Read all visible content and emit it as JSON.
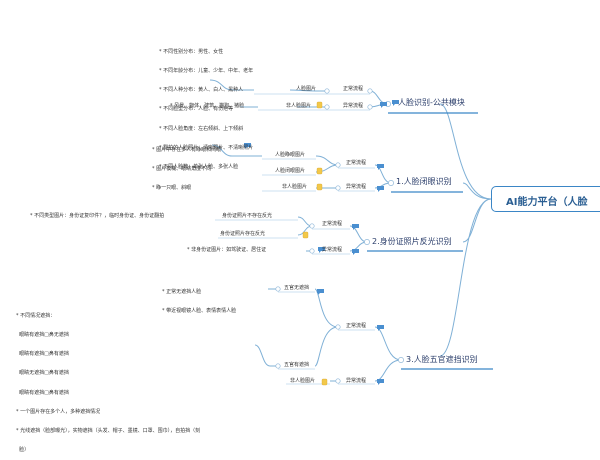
{
  "root": {
    "title": "AI能力平台（人脸"
  },
  "branches": {
    "b0": {
      "title": "人脸识别-公共模块",
      "bullets": [
        "* 不同性别分布：男性、女性",
        "* 不同年龄分布：儿童、少年、中年、老年",
        "* 不同人种分布：黄人、白人、黑种人",
        "* 不同脸型分布：人脸、有伤疤等",
        "* 不同人脸角度：左右倾斜、上下倾斜",
        "* 翻拍的人脸照片：清晰照片、不清晰照片",
        "* 不同人脸数：单张人脸、多张人脸"
      ],
      "face_label": "人脸图片",
      "normal_flow": "正常流程",
      "nonface_examples": "* 风景、物体、建筑、猫狗、猪脸",
      "nonface_label": "非人脸图片",
      "abnormal_flow": "异常流程"
    },
    "b1": {
      "title": "1.人脸闭眼识别",
      "bullets": [
        "* 图片中存在多人有睁眼和闭眼",
        "* 图片模糊、眼睛角度不同",
        "* 睁一只眼、斜眼"
      ],
      "open_label": "人脸睁眼图片",
      "normal_flow": "正常流程",
      "closed_label": "人脸闭眼图片",
      "nonface_label": "非人脸图片",
      "abnormal_flow": "异常流程"
    },
    "b2": {
      "title": "2.身份证照片反光识别",
      "types_text": "* 不同类型图片：身份证复印件？，临时身份证、身份证翻拍",
      "no_reflect_label": "身份证照片不存在反光",
      "normal_flow": "正常流程",
      "reflect_label": "身份证照片存在反光",
      "non_id_text": "* 非身份证图片：如驾驶证、居住证",
      "abnormal_flow": "异常流程"
    },
    "b3": {
      "title": "3.人脸五官遮挡识别",
      "bullets_a": [
        "* 正常无遮挡人脸",
        "* 带近视眼镜人脸、表情表情人脸"
      ],
      "no_occl_label": "五官无遮挡",
      "normal_flow": "正常流程",
      "bullets_b": [
        "* 不同情况遮挡：",
        "  眼睛有遮挡□鼻无遮挡",
        "  眼睛有遮挡□鼻有遮挡",
        "  眼睛无遮挡□鼻有遮挡",
        "  眼睛有遮挡□鼻有遮挡",
        "* 一个图片存在多个人，多种遮挡情况",
        "* 光线遮挡（脸部曝光），实物遮挡（头发、帽子、墨镜、口罩、围巾），自拍挡（刻",
        "  脸）"
      ],
      "occl_label": "五官有遮挡",
      "nonface_label": "非人脸图片",
      "abnormal_flow": "异常流程"
    }
  }
}
